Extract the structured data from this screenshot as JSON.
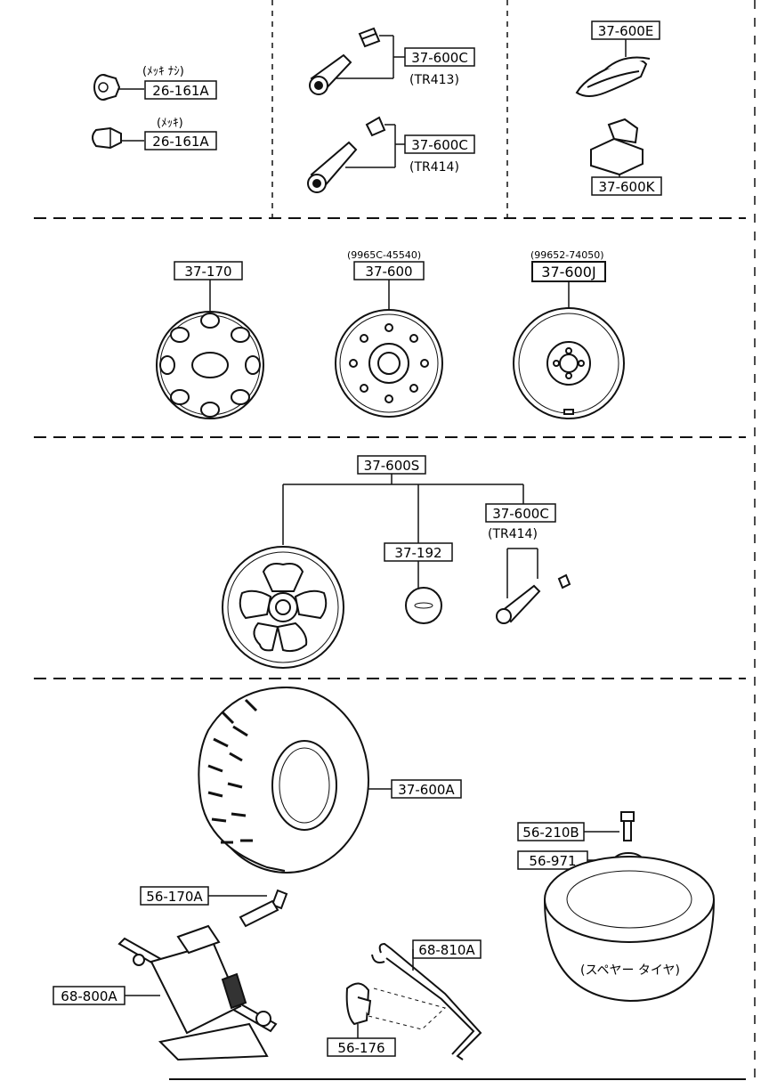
{
  "parts": {
    "nut_plated_no": {
      "number": "26-161A",
      "note": "(ﾒｯｷ ﾅｼ)"
    },
    "nut_plated": {
      "number": "26-161A",
      "note": "(ﾒｯｷ)"
    },
    "valve_tr413": {
      "number": "37-600C",
      "note": "(TR413)"
    },
    "valve_tr414": {
      "number": "37-600C",
      "note": "(TR414)"
    },
    "weight_clip": {
      "number": "37-600E"
    },
    "weight_adhesive": {
      "number": "37-600K"
    },
    "wheel_cap": {
      "number": "37-170"
    },
    "steel_wheel": {
      "number": "37-600",
      "code": "(9965C-45540)"
    },
    "spare_wheel": {
      "number": "37-600J",
      "code": "(99652-74050)"
    },
    "alloy_wheel_set": {
      "number": "37-600S"
    },
    "center_cap": {
      "number": "37-192"
    },
    "alloy_valve": {
      "number": "37-600C",
      "note": "(TR414)"
    },
    "tire": {
      "number": "37-600A"
    },
    "spare_bolt": {
      "number": "56-210B"
    },
    "spare_washer": {
      "number": "56-971"
    },
    "spare_tire_note": "(スペヤー タイヤ)",
    "jack_handle": {
      "number": "56-170A"
    },
    "jack": {
      "number": "68-800A"
    },
    "wrench": {
      "number": "68-810A"
    },
    "jack_bracket": {
      "number": "56-176"
    }
  }
}
